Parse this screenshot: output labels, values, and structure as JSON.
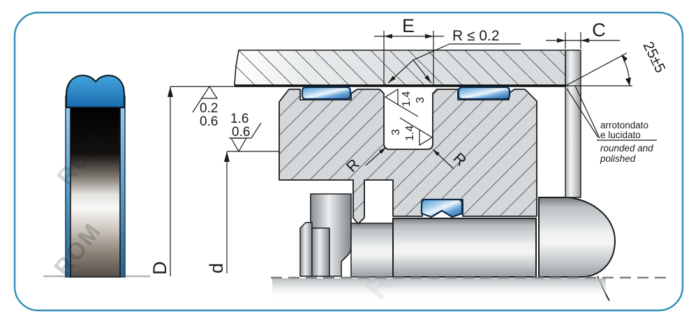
{
  "labels": {
    "dim_E": "E",
    "dim_C": "C",
    "dim_D": "D",
    "dim_d": "d",
    "radius_note": "R ≤ 0.2",
    "angle_note": "25±5",
    "groove_radius": "R",
    "note_italian_1": "arrotondato",
    "note_italian_2": "e lucidato",
    "note_english_1": "rounded and",
    "note_english_2": "polished"
  },
  "roughness": {
    "outer_surface": {
      "v1": "0.2",
      "v2": "0.6"
    },
    "inner_surface": {
      "v1": "1.6",
      "v2": "0.6"
    },
    "groove_left_wall": {
      "v1": "1.4",
      "v2": "3"
    },
    "groove_right_wall": {
      "v1": "3",
      "v2": "1.4"
    }
  },
  "watermark": {
    "text": "ROM"
  },
  "colors": {
    "frame_border": "#3390bd",
    "seal_blue": "#2f81c2",
    "hatch_line": "#5d6164",
    "drawing_line": "#1b1b1b",
    "metal_light": "#eef0f1",
    "metal_dark": "#777d81"
  }
}
